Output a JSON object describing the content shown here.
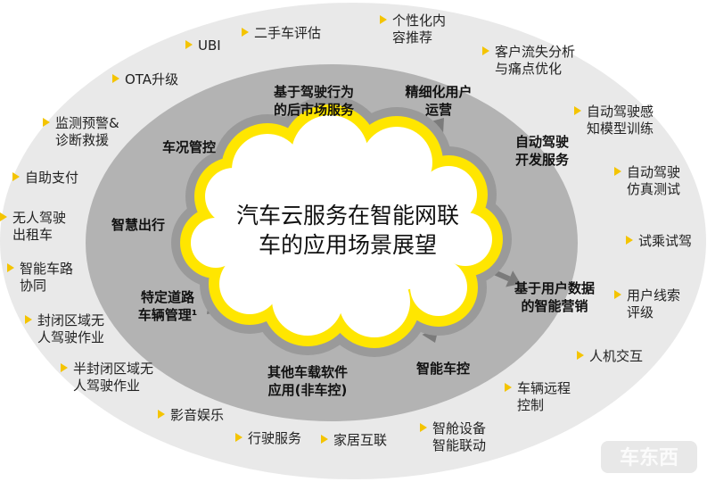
{
  "center": {
    "line1": "汽车云服务在智能网联",
    "line2": "车的应用场景展望"
  },
  "inner_items": [
    {
      "lines": [
        "基于驾驶行为",
        "的后市场服务"
      ]
    },
    {
      "lines": [
        "精细化用户",
        "运营"
      ]
    },
    {
      "lines": [
        "自动驾驶",
        "开发服务"
      ]
    },
    {
      "lines": [
        "基于用户数据",
        "的智能营销"
      ]
    },
    {
      "lines": [
        "智能车控"
      ]
    },
    {
      "lines": [
        "其他车载软件",
        "应用(非车控)"
      ]
    },
    {
      "lines": [
        "特定道路",
        "车辆管理¹"
      ]
    },
    {
      "lines": [
        "智慧出行"
      ]
    },
    {
      "lines": [
        "车况管控"
      ]
    }
  ],
  "outer_items": [
    {
      "lines": [
        "二手车评估"
      ]
    },
    {
      "lines": [
        "个性化内",
        "容推荐"
      ]
    },
    {
      "lines": [
        "客户流失分析",
        "与痛点优化"
      ]
    },
    {
      "lines": [
        "自动驾驶感",
        "知模型训练"
      ]
    },
    {
      "lines": [
        "自动驾驶",
        "仿真测试"
      ]
    },
    {
      "lines": [
        "试乘试驾"
      ]
    },
    {
      "lines": [
        "用户线索",
        "评级"
      ]
    },
    {
      "lines": [
        "人机交互"
      ]
    },
    {
      "lines": [
        "车辆远程",
        "控制"
      ]
    },
    {
      "lines": [
        "智舱设备",
        "智能联动"
      ]
    },
    {
      "lines": [
        "家居互联"
      ]
    },
    {
      "lines": [
        "行驶服务"
      ]
    },
    {
      "lines": [
        "影音娱乐"
      ]
    },
    {
      "lines": [
        "半封闭区域无",
        "人驾驶作业"
      ]
    },
    {
      "lines": [
        "封闭区域无",
        "人驾驶作业"
      ]
    },
    {
      "lines": [
        "智能车路",
        "协同"
      ]
    },
    {
      "lines": [
        "无人驾驶",
        "出租车"
      ]
    },
    {
      "lines": [
        "自助支付"
      ]
    },
    {
      "lines": [
        "监测预警&",
        "诊断救援"
      ]
    },
    {
      "lines": [
        "OTA升级"
      ]
    },
    {
      "lines": [
        "UBI"
      ]
    }
  ],
  "watermark": "车东西",
  "colors": {
    "outer_ellipse": "#e9e9e9",
    "inner_ellipse": "#b3b3b3",
    "cloud": "#ffe600",
    "arrow": "#7b7b7b",
    "bullet": "#f4c400"
  }
}
